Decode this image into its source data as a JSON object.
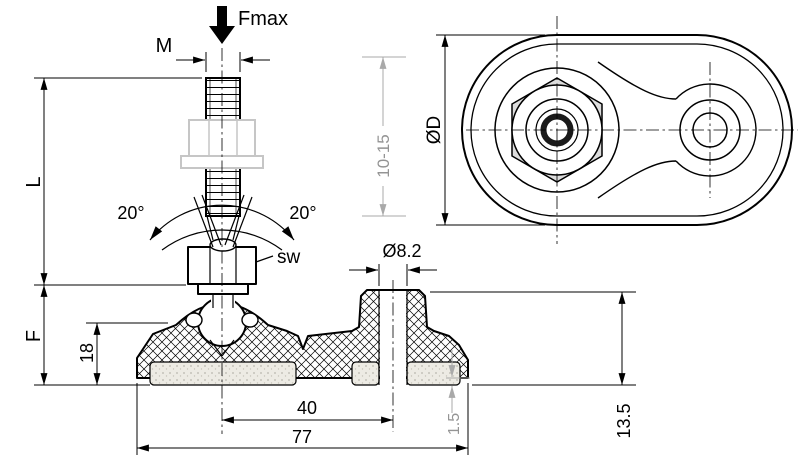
{
  "drawing_type": "technical-dimension-drawing",
  "side_view": {
    "force_label": "Fmax",
    "thread_label": "M",
    "length_label": "L",
    "height_label": "F",
    "wrench_label": "sw",
    "tilt_angle_left": "20°",
    "tilt_angle_right": "20°",
    "adjustment_range": "10-15",
    "base_height": "18",
    "hole_spacing": "40",
    "base_length": "77",
    "hole_diameter": "Ø8.2",
    "pad_thickness": "1.5",
    "right_height": "13.5"
  },
  "top_view": {
    "diameter_label": "ØD"
  },
  "colors": {
    "line": "#000000",
    "dim_gray": "#949494",
    "nut_outline_gray": "#c6c6c6",
    "pad_fill": "#edebe4",
    "hex_fill": "#dcdcdc"
  }
}
